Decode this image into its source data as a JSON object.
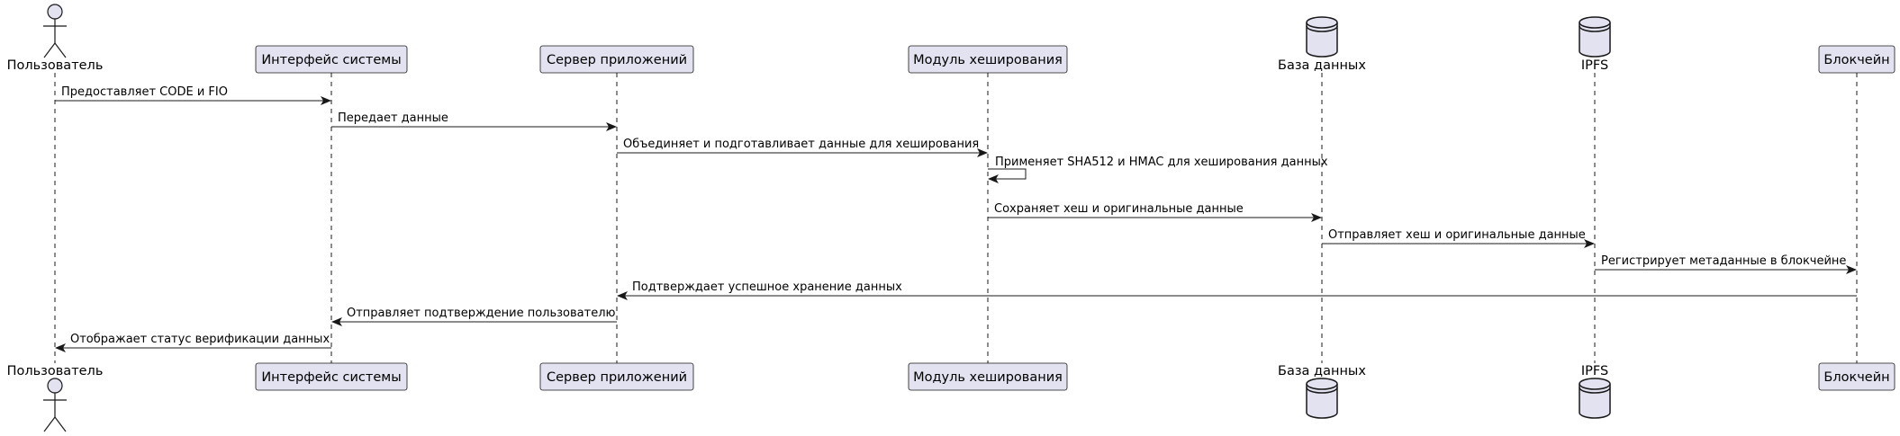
{
  "participants": [
    {
      "id": "user",
      "label": "Пользователь",
      "kind": "actor"
    },
    {
      "id": "ui",
      "label": "Интерфейс системы",
      "kind": "participant"
    },
    {
      "id": "app",
      "label": "Сервер приложений",
      "kind": "participant"
    },
    {
      "id": "hash",
      "label": "Модуль хеширования",
      "kind": "participant"
    },
    {
      "id": "db",
      "label": "База данных",
      "kind": "database"
    },
    {
      "id": "ipfs",
      "label": "IPFS",
      "kind": "database"
    },
    {
      "id": "chain",
      "label": "Блокчейн",
      "kind": "participant"
    }
  ],
  "messages": [
    {
      "from": "user",
      "to": "ui",
      "label": "Предоставляет CODE и FIO"
    },
    {
      "from": "ui",
      "to": "app",
      "label": "Передает данные"
    },
    {
      "from": "app",
      "to": "hash",
      "label": "Объединяет и подготавливает данные для хеширования"
    },
    {
      "from": "hash",
      "to": "hash",
      "label": "Применяет SHA512 и HMAC для хеширования данных"
    },
    {
      "from": "hash",
      "to": "db",
      "label": "Сохраняет хеш и оригинальные данные"
    },
    {
      "from": "db",
      "to": "ipfs",
      "label": "Отправляет хеш и оригинальные данные"
    },
    {
      "from": "ipfs",
      "to": "chain",
      "label": "Регистрирует метаданные в блокчейне"
    },
    {
      "from": "chain",
      "to": "app",
      "label": "Подтверждает успешное хранение данных"
    },
    {
      "from": "app",
      "to": "ui",
      "label": "Отправляет подтверждение пользователю"
    },
    {
      "from": "ui",
      "to": "user",
      "label": "Отображает статус верификации данных"
    }
  ],
  "colors": {
    "participant_fill": "#e2e2f0",
    "participant_stroke": "#181818",
    "lifeline": "#181818",
    "arrow": "#181818"
  }
}
